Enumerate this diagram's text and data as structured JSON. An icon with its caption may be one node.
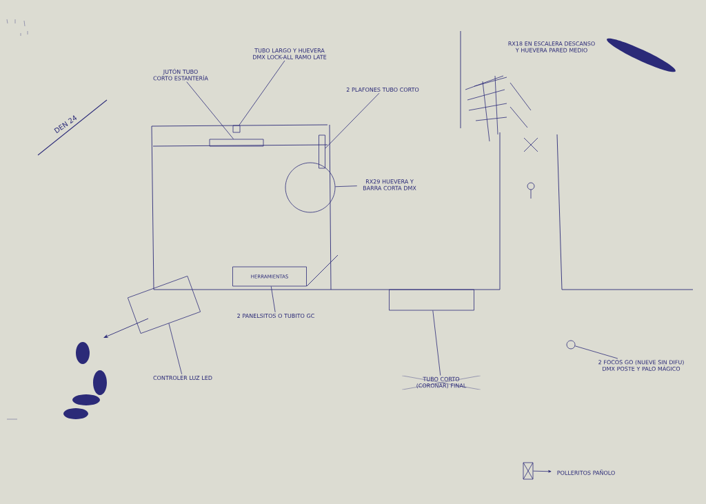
{
  "diagram": {
    "nodes": [
      {
        "text": [
          "JUTÓN TUBO CORTO ESTANTERÍA"
        ]
      },
      {
        "text": [],
        "shape": "box"
      },
      {
        "text": [
          "TUBO LARGO Y HUEVERA DMX LOCK-ALL RAMO LATE"
        ]
      },
      {
        "text": [],
        "shape": "box"
      },
      {
        "text": [
          "2 PLAFONES TUBO CORTO"
        ]
      },
      {
        "text": [],
        "shape": "box"
      },
      {
        "text": [
          "RX29 HUEVERA Y BARRA CORTA DMX"
        ]
      },
      {
        "text": [],
        "shape": "circle"
      },
      {
        "text": [
          "HERRAMIENTAS"
        ]
      },
      {
        "text": [
          "2 PANELSITOS O TUBITO GC"
        ]
      },
      {
        "text": [],
        "shape": "box"
      },
      {
        "text": [
          "TUBO CORTO (CORONAR) FINAL"
        ]
      },
      {
        "text": [],
        "shape": "box"
      },
      {
        "text": [
          "CONTROLER LUZ LED"
        ]
      },
      {
        "text": [],
        "shape": "circle"
      },
      {
        "text": [
          "2 FOCOS GO (NUEVE SIN DIFU) DMX POSTE Y PALO MÁGICO"
        ]
      },
      {
        "text": [],
        "shape": "box"
      },
      {
        "text": [
          "POLLERITOS PAÑOLO"
        ]
      },
      {
        "text": [
          "RX18 EN ESCALERA DESCANSO Y HUEVERA PARED MEDIO"
        ]
      }
    ],
    "edges": [
      {
        "from": 0,
        "to": 1,
        "arrow": "none"
      },
      {
        "from": 2,
        "to": 3,
        "arrow": "none"
      },
      {
        "from": 4,
        "to": 5,
        "arrow": "none"
      },
      {
        "from": 6,
        "to": 7,
        "arrow": "none"
      },
      {
        "from": 9,
        "to": 8,
        "arrow": "none"
      },
      {
        "from": 11,
        "to": 10,
        "arrow": "none"
      },
      {
        "from": 13,
        "to": 12,
        "arrow": "none"
      },
      {
        "from": 15,
        "to": 14,
        "arrow": "none"
      },
      {
        "from": 16,
        "to": 17,
        "arrow": "to"
      }
    ],
    "labels": [
      "DEN 24"
    ]
  }
}
